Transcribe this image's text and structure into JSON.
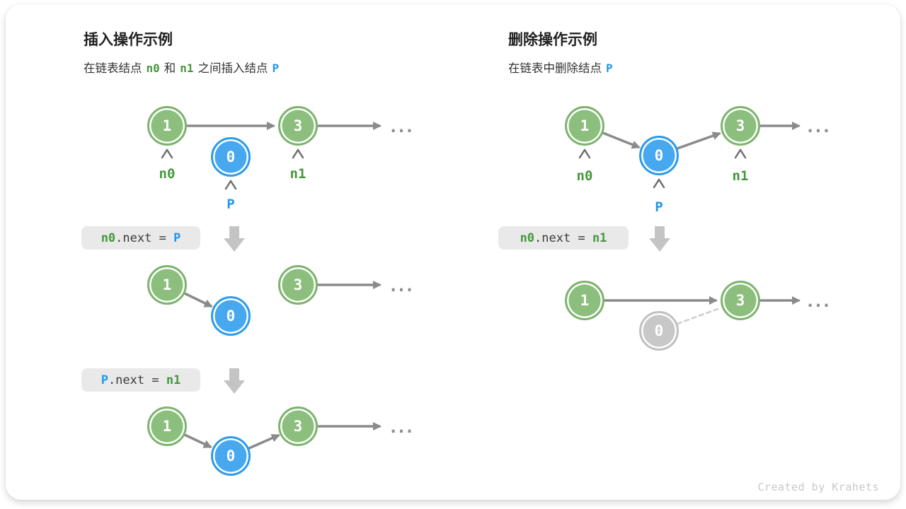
{
  "colors": {
    "green_node": "#8CBE7E",
    "green_node_border": "#7EB46F",
    "blue_node": "#47A8F0",
    "blue_node_border": "#2E9CEA",
    "gray_node": "#C8C8C8",
    "gray_node_border": "#C1C1C1",
    "green_text": "#44973C",
    "blue_text": "#1F97EE",
    "arrow": "#8A8A8A",
    "caret": "#6E6E6E",
    "dashed": "#CDCDCD",
    "block_arrow": "#C4C4C4",
    "code_bg": "#E9E9E9",
    "code_text": "#3B3B3B",
    "title_text": "#212121",
    "body_text": "#333333",
    "dots": "#8F8F8F",
    "credit": "#C8C8C8"
  },
  "insert": {
    "title": "插入操作示例",
    "subtitle": {
      "pre": "在链表结点",
      "n0": "n0",
      "mid": "和",
      "n1": "n1",
      "post": "之间插入结点",
      "p": "P"
    },
    "step1": {
      "nodeA": "1",
      "nodeB": "0",
      "nodeC": "3",
      "labelA": "n0",
      "labelB": "P",
      "labelC": "n1",
      "ellipsis": "..."
    },
    "code1": {
      "lhs": "n0",
      "mid": ".next = ",
      "rhs": "P"
    },
    "step2": {
      "nodeA": "1",
      "nodeB": "0",
      "nodeC": "3",
      "ellipsis": "..."
    },
    "code2": {
      "lhs": "P",
      "mid": ".next = ",
      "rhs": "n1"
    },
    "step3": {
      "nodeA": "1",
      "nodeB": "0",
      "nodeC": "3",
      "ellipsis": "..."
    }
  },
  "delete": {
    "title": "删除操作示例",
    "subtitle": {
      "pre": "在链表中删除结点",
      "p": "P"
    },
    "step1": {
      "nodeA": "1",
      "nodeB": "0",
      "nodeC": "3",
      "labelA": "n0",
      "labelB": "P",
      "labelC": "n1",
      "ellipsis": "..."
    },
    "code1": {
      "lhs": "n0",
      "mid": ".next = ",
      "rhs": "n1"
    },
    "step2": {
      "nodeA": "1",
      "nodeB": "0",
      "nodeC": "3",
      "ellipsis": "..."
    }
  },
  "footer": {
    "credit": "Created by Krahets"
  }
}
